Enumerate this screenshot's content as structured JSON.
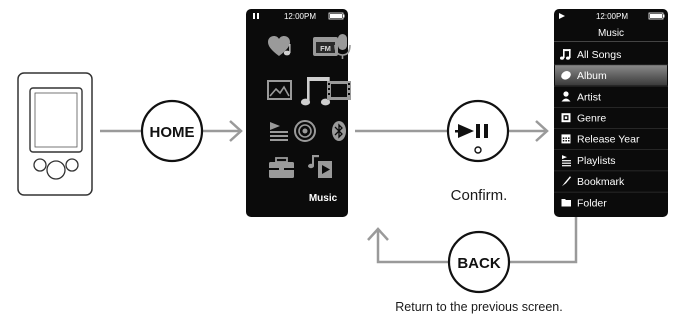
{
  "buttons": {
    "home": "HOME",
    "back": "BACK"
  },
  "captions": {
    "confirm": "Confirm.",
    "return": "Return to the previous screen."
  },
  "home_screen": {
    "clock": "12:00PM",
    "selected_label": "Music",
    "icons": [
      "favorites-icon",
      "fm-radio-icon",
      "microphone-icon",
      "photo-icon",
      "music-note-icon",
      "video-icon",
      "playlist-icon",
      "podcast-icon",
      "bluetooth-icon",
      "toolbox-icon",
      "now-playing-icon"
    ]
  },
  "music_screen": {
    "clock": "12:00PM",
    "title": "Music",
    "selected_index": 1,
    "menu": [
      {
        "label": "All Songs",
        "icon": "music-note-icon"
      },
      {
        "label": "Album",
        "icon": "disc-icon"
      },
      {
        "label": "Artist",
        "icon": "person-icon"
      },
      {
        "label": "Genre",
        "icon": "genre-icon"
      },
      {
        "label": "Release Year",
        "icon": "calendar-icon"
      },
      {
        "label": "Playlists",
        "icon": "playlist-icon"
      },
      {
        "label": "Bookmark",
        "icon": "bookmark-icon"
      },
      {
        "label": "Folder",
        "icon": "folder-icon"
      }
    ]
  },
  "colors": {
    "screen_bg": "#0b0b0b",
    "icon_gray": "#9a9a9a",
    "highlight_bg": "#5a5a5a",
    "arrow_gray": "#9a9a9a"
  }
}
